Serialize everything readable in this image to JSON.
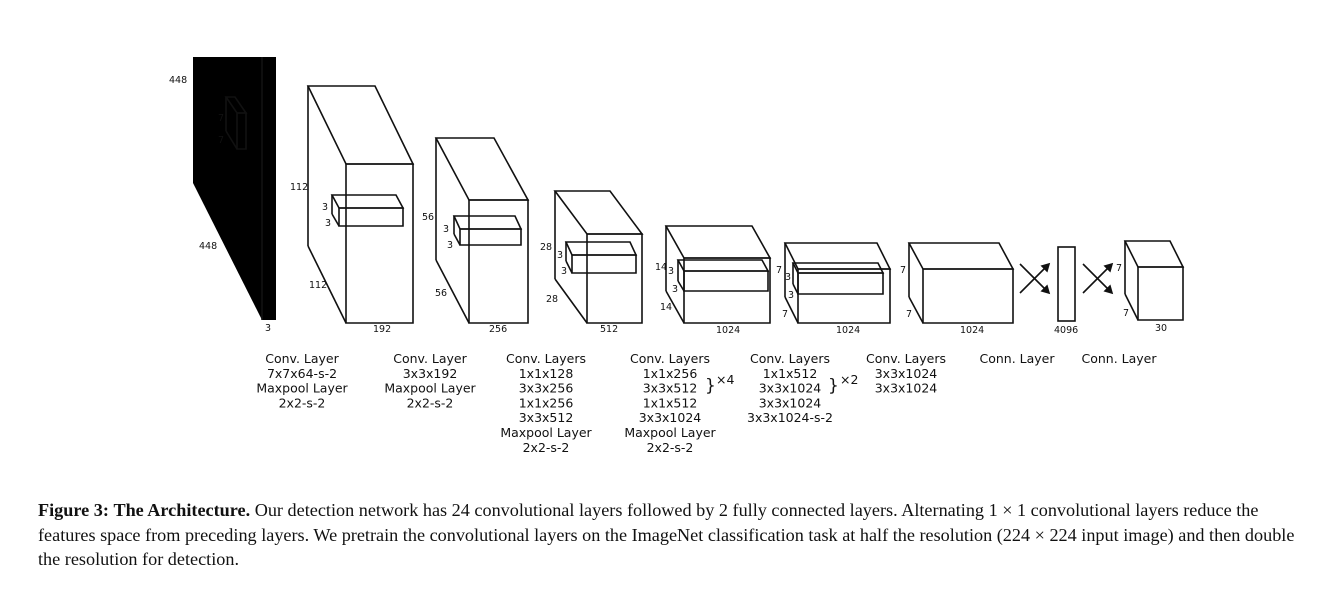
{
  "figure": {
    "dims": {
      "input_height": "448",
      "input_width": "448",
      "input_channels": "3",
      "input_kernel_h": "7",
      "input_kernel_w": "7",
      "b1_height": "112",
      "b1_width": "112",
      "b1_depth": "192",
      "b1_kernel_a": "3",
      "b1_kernel_b": "3",
      "b2_height": "56",
      "b2_width": "56",
      "b2_depth": "256",
      "b2_kernel_a": "3",
      "b2_kernel_b": "3",
      "b3_height": "28",
      "b3_width": "28",
      "b3_depth": "512",
      "b3_kernel_a": "3",
      "b3_kernel_b": "3",
      "b4_height": "14",
      "b4_width": "14",
      "b4_depth": "1024",
      "b4_kernel_a": "3",
      "b4_kernel_b": "3",
      "b5_height": "7",
      "b5_width": "7",
      "b5_depth": "1024",
      "b5_kernel_a": "3",
      "b5_kernel_b": "3",
      "b6_height": "7",
      "b6_width": "7",
      "b6_depth": "1024",
      "fc_size": "4096",
      "out_height": "7",
      "out_width": "7",
      "out_depth": "30"
    },
    "layers": [
      {
        "lines": [
          "Conv. Layer",
          "7x7x64-s-2",
          "Maxpool Layer",
          "2x2-s-2"
        ]
      },
      {
        "lines": [
          "Conv. Layer",
          "3x3x192",
          "Maxpool Layer",
          "2x2-s-2"
        ]
      },
      {
        "lines": [
          "Conv. Layers",
          "1x1x128",
          "3x3x256",
          "1x1x256",
          "3x3x512",
          "Maxpool Layer",
          "2x2-s-2"
        ]
      },
      {
        "lines": [
          "Conv. Layers",
          "1x1x256",
          "3x3x512",
          "1x1x512",
          "3x3x1024",
          "Maxpool Layer",
          "2x2-s-2"
        ],
        "repeat": "×4"
      },
      {
        "lines": [
          "Conv. Layers",
          "1x1x512",
          "3x3x1024",
          "3x3x1024",
          "3x3x1024-s-2"
        ],
        "repeat": "×2"
      },
      {
        "lines": [
          "Conv. Layers",
          "3x3x1024",
          "3x3x1024"
        ]
      },
      {
        "lines": [
          "Conn. Layer"
        ]
      },
      {
        "lines": [
          "Conn. Layer"
        ]
      }
    ]
  },
  "caption": {
    "label": "Figure 3:",
    "title": "The Architecture.",
    "body": "Our detection network has 24 convolutional layers followed by 2 fully connected layers. Alternating 1 × 1 convolutional layers reduce the features space from preceding layers. We pretrain the convolutional layers on the ImageNet classification task at half the resolution (224 × 224 input image) and then double the resolution for detection."
  }
}
